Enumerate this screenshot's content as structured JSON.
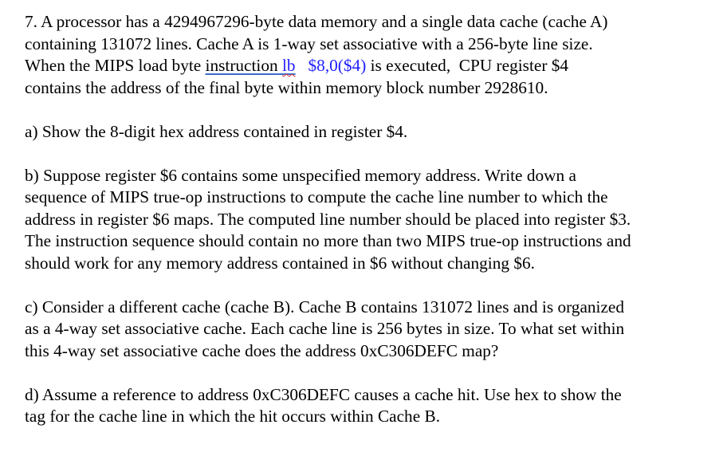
{
  "question": {
    "intro": {
      "line1": "7. A processor has a 4294967296-byte data memory and a single data cache (cache A)",
      "line2": "containing 131072 lines. Cache A is 1-way set associative with a 256-byte line size.",
      "line3_pre": "When the MIPS load byte ",
      "line3_link": "instruction",
      "line3_sp": " ",
      "line3_op": "lb",
      "line3_args": "   $8,0($4)",
      "line3_post": " is executed,  CPU register $4",
      "line4": "contains the address of the final byte within memory block number 2928610."
    },
    "part_a": {
      "line1": "a) Show the 8-digit hex address contained in register $4."
    },
    "part_b": {
      "line1": "b) Suppose register $6 contains some unspecified memory address. Write down a",
      "line2": "sequence of MIPS true-op instructions to compute the cache line number to which the",
      "line3": "address in register $6 maps. The computed line number should be placed into register $3.",
      "line4": "The instruction sequence should contain no more than two MIPS true-op instructions and",
      "line5": "should work for any memory address contained in $6 without changing $6."
    },
    "part_c": {
      "line1": "c) Consider a different cache (cache B). Cache B contains 131072 lines and is organized",
      "line2": "as a 4-way set associative cache. Each cache line is 256 bytes in size. To what set within",
      "line3": "this 4-way set associative cache does the address 0xC306DEFC map?"
    },
    "part_d": {
      "line1": "d) Assume a reference to address 0xC306DEFC causes a cache hit. Use hex to show the",
      "line2": "tag for the cache line in which the hit occurs within Cache B."
    }
  },
  "colors": {
    "text": "#000000",
    "code": "#1f1fff",
    "hyperlink_underline": "#3a6cc8",
    "spellcheck": "#e03030"
  }
}
